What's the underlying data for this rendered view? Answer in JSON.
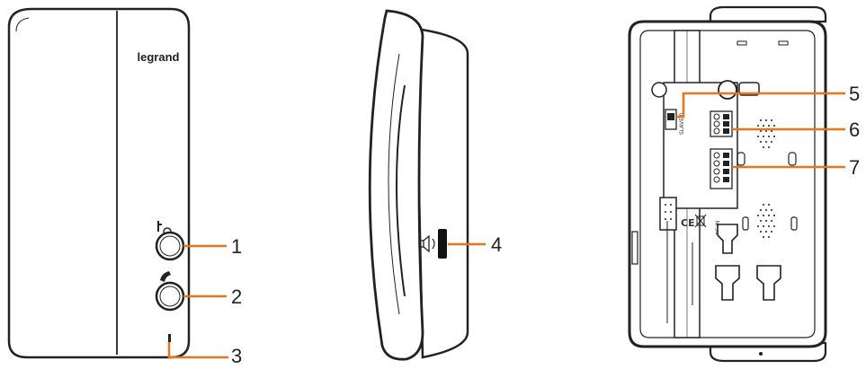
{
  "brand": {
    "logo_text": "legrand"
  },
  "callouts": [
    {
      "id": "1",
      "label": "1"
    },
    {
      "id": "2",
      "label": "2"
    },
    {
      "id": "3",
      "label": "3"
    },
    {
      "id": "4",
      "label": "4"
    },
    {
      "id": "5",
      "label": "5"
    },
    {
      "id": "6",
      "label": "6"
    },
    {
      "id": "7",
      "label": "7"
    }
  ],
  "board_markings": {
    "slave_label": "SLAVE 0",
    "ac_in": "AC IN",
    "ce_mark": "CE"
  },
  "colors": {
    "callout_line": "#e8741c",
    "outline": "#222222",
    "fill": "#ffffff"
  },
  "icons": [
    "key-icon",
    "handset-icon",
    "speaker-icon",
    "recycle-bin-icon"
  ]
}
